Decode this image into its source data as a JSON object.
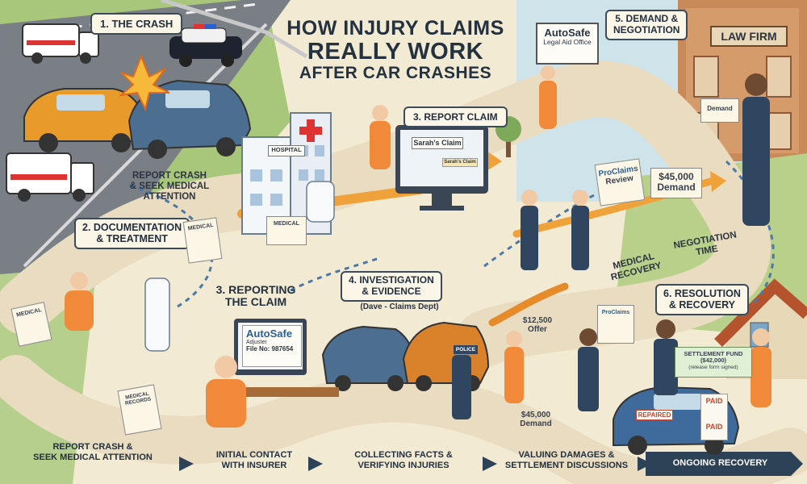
{
  "title": {
    "line1": "HOW INJURY CLAIMS",
    "line2": "REALLY WORK",
    "line3": "AFTER CAR CRASHES"
  },
  "steps": {
    "crash": "1. THE CRASH",
    "documentation_l1": "2. DOCUMENTATION",
    "documentation_l2": "& TREATMENT",
    "report_claim_top": "3. REPORT CLAIM",
    "reporting_l1": "3. REPORTING",
    "reporting_l2": "THE CLAIM",
    "investigation_l1": "4. INVESTIGATION",
    "investigation_l2": "& EVIDENCE",
    "demand_l1": "5. DEMAND &",
    "demand_l2": "NEGOTIATION",
    "resolution_l1": "6. RESOLUTION",
    "resolution_l2": "& RECOVERY"
  },
  "captions": {
    "report_crash_l1": "REPORT CRASH",
    "report_crash_l2": "& SEEK MEDICAL",
    "report_crash_l3": "ATTENTION",
    "dave": "(Dave - Claims Dept)",
    "medical_l1": "MEDICAL",
    "medical_l2": "RECOVERY",
    "negotiation_l1": "NEGOTIATION",
    "negotiation_l2": "TIME"
  },
  "signs": {
    "autosafe_top": "AutoSafe",
    "legal_aid": "Legal Aid Office",
    "law_firm": "LAW FIRM",
    "hospital": "HOSPITAL",
    "sarahs_claim": "Sarah's Claim",
    "sarahs_claim_small": "Sarah's Claim",
    "autosafe_screen": "AutoSafe",
    "adjuster": "Adjuster",
    "file_no": "File No: 987654",
    "police": "POLICE",
    "repaired": "REPAIRED",
    "paid1": "PAID",
    "paid2": "PAID"
  },
  "documents": {
    "medical1": "MEDICAL",
    "medical2": "MEDICAL",
    "medical3": "MEDICAL",
    "medical_records": "MEDICAL RECORDS",
    "proclaims_review_l1": "ProClaims",
    "proclaims_review_l2": "Review",
    "demand_45k_l1": "$45,000",
    "demand_45k_l2": "Demand",
    "demand_paper": "Demand",
    "offer_l1": "$12,500",
    "offer_l2": "Offer",
    "proclaims_small": "ProClaims",
    "demand2_l1": "$45,000",
    "demand2_l2": "Demand",
    "settlement_l1": "SETTLEMENT FUND",
    "settlement_l2": "($42,000)",
    "settlement_l3": "(release form signed)"
  },
  "footer": {
    "f1_l1": "REPORT CRASH &",
    "f1_l2": "SEEK MEDICAL ATTENTION",
    "f2_l1": "INITIAL CONTACT",
    "f2_l2": "WITH INSURER",
    "f3_l1": "COLLECTING FACTS &",
    "f3_l2": "VERIFYING INJURIES",
    "f4_l1": "VALUING DAMAGES &",
    "f4_l2": "SETTLEMENT DISCUSSIONS",
    "f5": "ONGOING RECOVERY"
  },
  "colors": {
    "path": "#e9dcc0",
    "arrow_orange": "#f0a23a",
    "arrow_blue": "#4a78a8",
    "grass": "#a8c77a",
    "road": "#7a7f86",
    "sky": "#cfe3ea"
  }
}
